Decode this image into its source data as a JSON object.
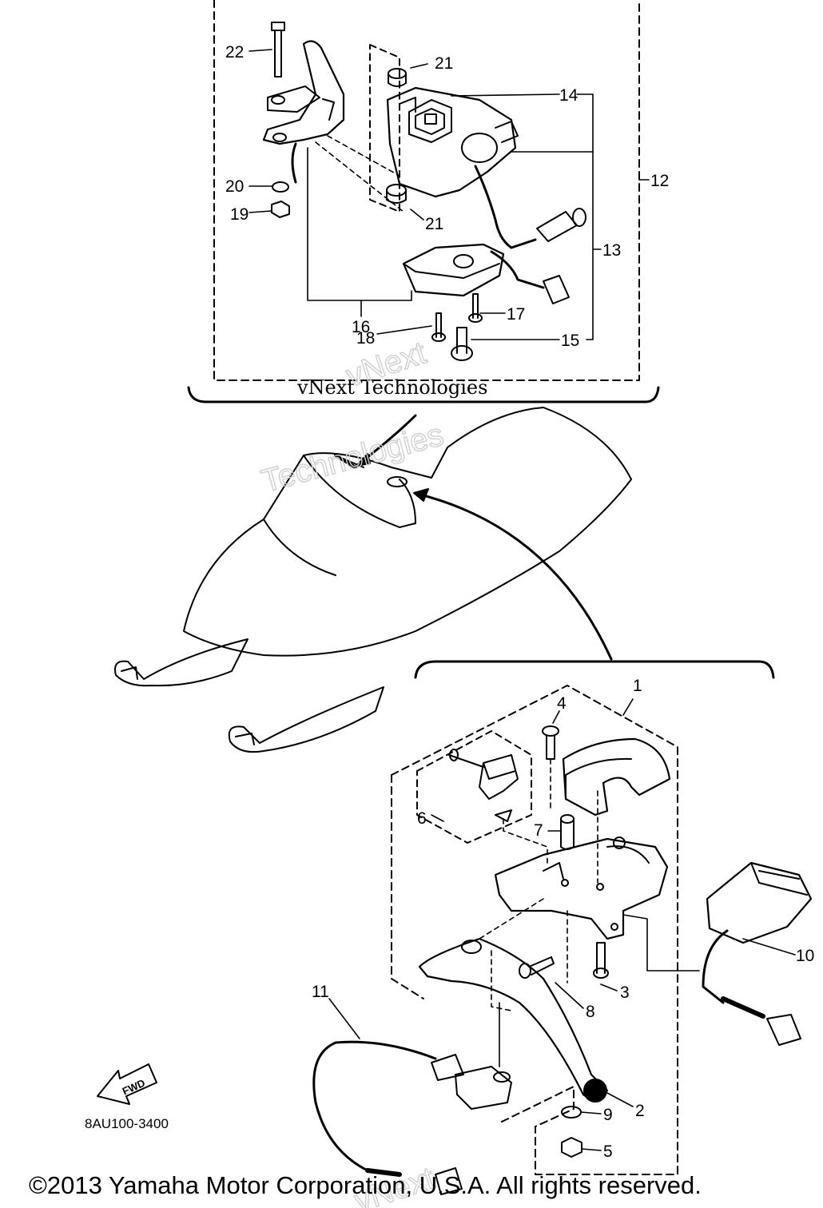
{
  "diagram": {
    "part_code": "8AU100-3400",
    "fwd_label": "FWD",
    "watermark_serif": "vNext Technologies",
    "watermark_outline_1": "vNext",
    "watermark_outline_2": "Technologies",
    "watermark_outline_3": "vNext",
    "copyright": "©2013 Yamaha Motor Corporation, U.S.A. All rights reserved.",
    "callouts": {
      "c1": "1",
      "c2": "2",
      "c3": "3",
      "c4": "4",
      "c5": "5",
      "c6": "6",
      "c7": "7",
      "c8": "8",
      "c9": "9",
      "c10": "10",
      "c11": "11",
      "c12": "12",
      "c13": "13",
      "c14": "14",
      "c15": "15",
      "c16": "16",
      "c17": "17",
      "c18": "18",
      "c19": "19",
      "c20": "20",
      "c21a": "21",
      "c21b": "21",
      "c22": "22"
    }
  }
}
